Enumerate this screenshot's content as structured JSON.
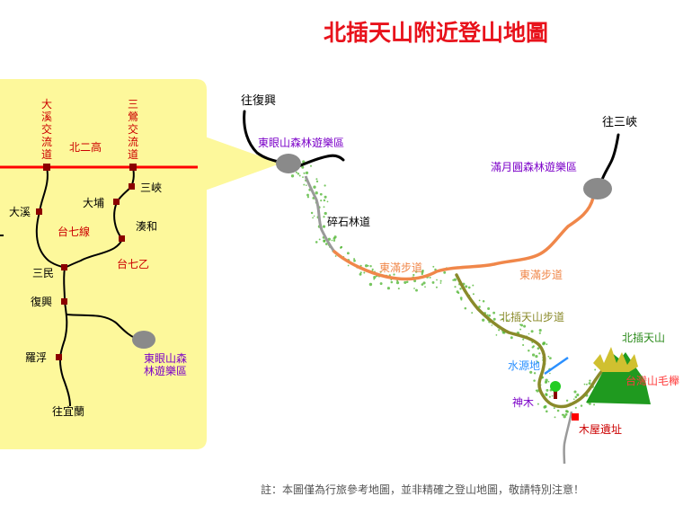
{
  "title": "北插天山附近登山地圖",
  "note": "註：本圖僅為行旅參考地圖，並非精確之登山地圖，敬請特別注意！",
  "colors": {
    "title": "#e8121b",
    "inset_bg": "#fdf89b",
    "highway": "#ff0000",
    "junction": "#8b0000",
    "road_label_red": "#cc0000",
    "recreation_label": "#7b00c8",
    "trail_orange": "#f0874a",
    "trail_olive": "#8a8a2a",
    "gravel_grey": "#9a9a9a",
    "spring_blue": "#2b90ff",
    "forest_green": "#2a8a1a",
    "peak_green": "#1f9a1f",
    "tree_label": "#ff3c3c",
    "area_grey": "#8a8a8a"
  },
  "inset": {
    "highway_name": "北二高",
    "interchange_daxi": "大溪交流道",
    "interchange_sanying": "三鶯交流道",
    "road_7": "台七線",
    "road_7b": "台七乙",
    "towns": {
      "daxi": "大溪",
      "dapu": "大埔",
      "sanxia": "三峽",
      "cuhe": "湊和",
      "sanmin": "三民",
      "fuxing": "復興",
      "luofu": "羅浮",
      "to_yilan": "往宜蘭"
    },
    "area_name_line1": "東眼山森",
    "area_name_line2": "林遊樂區"
  },
  "main": {
    "to_fuxing": "往復興",
    "dongyanshan": "東眼山森林遊樂區",
    "to_sanxia": "往三峽",
    "manyueyuan": "滿月圓森林遊樂區",
    "gravel_road": "碎石林道",
    "dongman_trail_1": "東滿步道",
    "dongman_trail_2": "東滿步道",
    "beicha_trail": "北插天山步道",
    "beicha_peak": "北插天山",
    "spring": "水源地",
    "sacred_tree": "神木",
    "beech": "台灣山毛櫸",
    "cabin_ruins": "木屋遺址"
  }
}
